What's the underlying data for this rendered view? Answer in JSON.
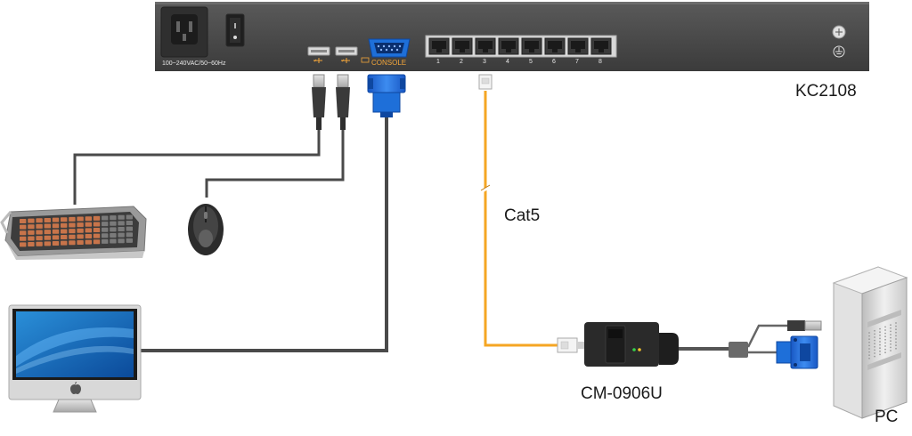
{
  "switch": {
    "model": "KC2108",
    "power_label": "100~240VAC/50~60Hz",
    "console_label": "CONSOLE",
    "port_numbers": [
      "1",
      "2",
      "3",
      "4",
      "5",
      "6",
      "7",
      "8"
    ],
    "ground_icon": "ground-icon"
  },
  "cable": {
    "label": "Cat5",
    "color": "#f5a623"
  },
  "adapter": {
    "model": "CM-0906U"
  },
  "pc": {
    "label": "PC"
  },
  "icons": {
    "usb": "usb-icon",
    "vga": "vga-icon",
    "keyboard": "keyboard-icon",
    "mouse": "mouse-icon",
    "monitor": "monitor-icon",
    "apple_logo": "apple-logo-icon",
    "pc_tower": "pc-tower-icon"
  },
  "colors": {
    "vga_blue": "#1e6fd9",
    "cable_gray": "#555555",
    "switch_body": "#4a4a4a"
  }
}
